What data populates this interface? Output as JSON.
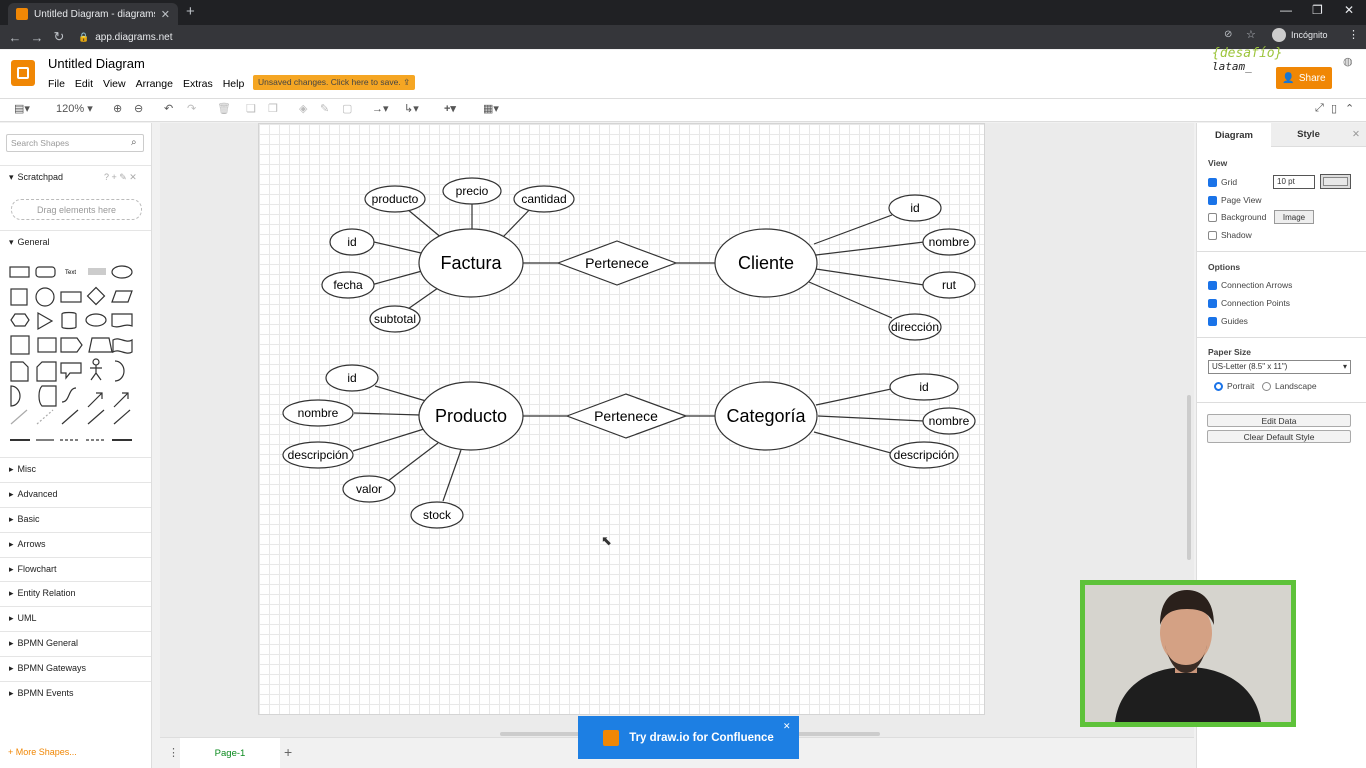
{
  "browser": {
    "tab_title": "Untitled Diagram - diagrams.net",
    "url": "app.diagrams.net",
    "profile": "Incógnito"
  },
  "app": {
    "doc_title": "Untitled Diagram",
    "menus": [
      "File",
      "Edit",
      "View",
      "Arrange",
      "Extras",
      "Help"
    ],
    "unsaved_notice": "Unsaved changes. Click here to save.",
    "share_label": "Share",
    "brand_line1": "{desafío}",
    "brand_line2": "latam_"
  },
  "toolbar": {
    "zoom": "120%"
  },
  "left_panel": {
    "search_placeholder": "Search Shapes",
    "scratchpad": "Scratchpad",
    "drag_hint": "Drag elements here",
    "general": "General",
    "text_shape": "Text",
    "libraries": [
      "Misc",
      "Advanced",
      "Basic",
      "Arrows",
      "Flowchart",
      "Entity Relation",
      "UML",
      "BPMN General",
      "BPMN Gateways",
      "BPMN Events"
    ],
    "more_shapes": "More Shapes..."
  },
  "diagram": {
    "entities": [
      "Factura",
      "Cliente",
      "Producto",
      "Categoría"
    ],
    "relations": [
      "Pertenece",
      "Pertenece"
    ],
    "factura_attrs": [
      "producto",
      "precio",
      "cantidad",
      "id",
      "fecha",
      "subtotal"
    ],
    "cliente_attrs": [
      "id",
      "nombre",
      "rut",
      "dirección"
    ],
    "producto_attrs": [
      "id",
      "nombre",
      "descripción",
      "valor",
      "stock"
    ],
    "categoria_attrs": [
      "id",
      "nombre",
      "descripción"
    ]
  },
  "right_panel": {
    "tabs": [
      "Diagram",
      "Style"
    ],
    "view_heading": "View",
    "grid": "Grid",
    "grid_size": "10 pt",
    "page_view": "Page View",
    "background": "Background",
    "image_btn": "Image",
    "shadow": "Shadow",
    "options_heading": "Options",
    "connection_arrows": "Connection Arrows",
    "connection_points": "Connection Points",
    "guides": "Guides",
    "paper_size_heading": "Paper Size",
    "paper_size": "US-Letter (8.5\" x 11\")",
    "portrait": "Portrait",
    "landscape": "Landscape",
    "edit_data": "Edit Data",
    "clear_style": "Clear Default Style"
  },
  "bottom": {
    "page_tab": "Page-1",
    "confluence": "Try draw.io for Confluence"
  },
  "colors": {
    "accent": "#f08705",
    "confluence_blue": "#1d7fe3",
    "checkbox_blue": "#1a73e8",
    "webcam_border": "#5ec23a"
  }
}
